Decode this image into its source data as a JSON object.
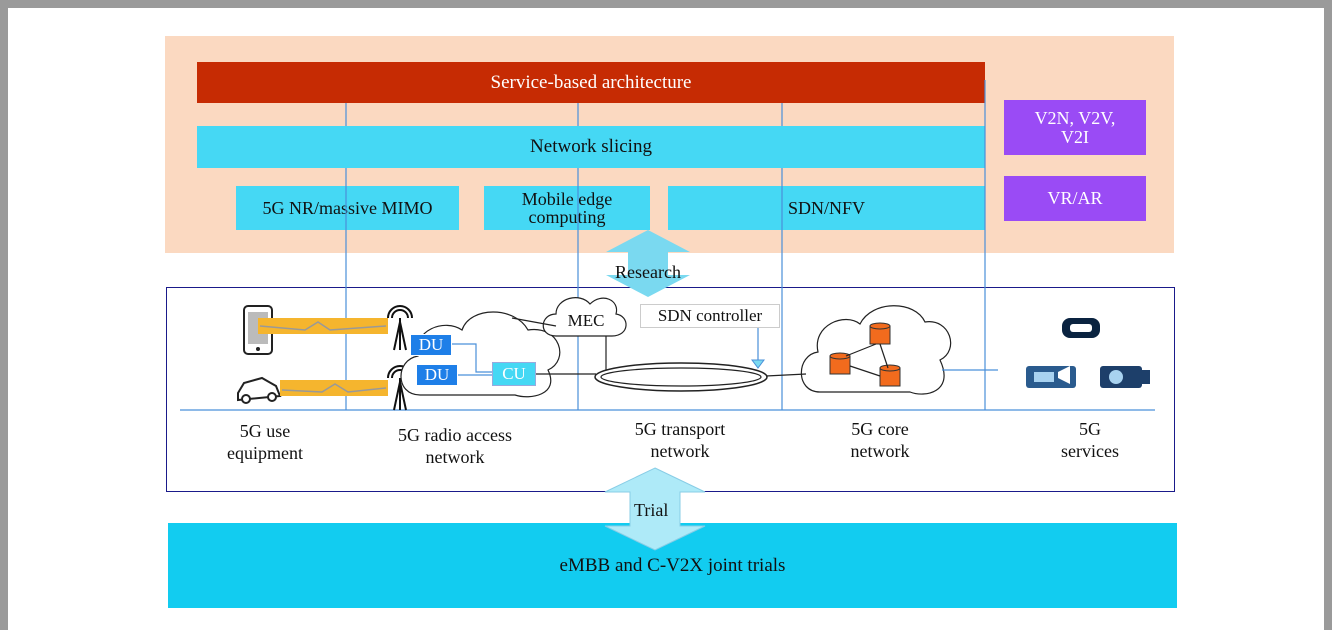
{
  "research_layer": {
    "service_based": "Service-based architecture",
    "network_slicing": "Network slicing",
    "nr_mimo": "5G NR/massive MIMO",
    "mec_line1": "Mobile edge",
    "mec_line2": "computing",
    "sdn_nfv": "SDN/NFV",
    "v2x_line1": "V2N, V2V,",
    "v2x_line2": "V2I",
    "vr_ar": "VR/AR"
  },
  "arrows": {
    "research": "Research",
    "trial": "Trial"
  },
  "network_layer": {
    "du_top": "DU",
    "du_bottom": "DU",
    "cu": "CU",
    "mec": "MEC",
    "sdn_controller": "SDN controller",
    "segments": [
      {
        "line1": "5G use",
        "line2": "equipment"
      },
      {
        "line1": "5G radio access",
        "line2": "network"
      },
      {
        "line1": "5G transport",
        "line2": "network"
      },
      {
        "line1": "5G core",
        "line2": "network"
      },
      {
        "line1": "5G",
        "line2": "services"
      }
    ]
  },
  "trials": "eMBB and C-V2X joint trials",
  "colors": {
    "panel_peach": "#fbd9c1",
    "sba_red": "#c62b03",
    "cyan": "#45d8f4",
    "purple": "#9a4bf5",
    "trial_blue": "#12ccf0",
    "du_blue": "#1e7fe8",
    "db_orange": "#f26b1d",
    "radio_yellow": "#f5b52e"
  }
}
